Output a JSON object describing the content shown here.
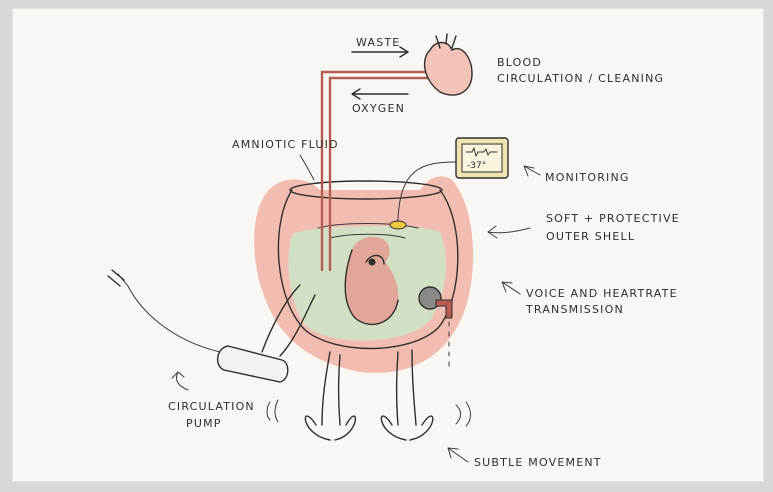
{
  "labels": {
    "waste": "Waste",
    "blood": "Blood",
    "circulation_cleaning": "Circulation / Cleaning",
    "oxygen": "Oxygen",
    "amniotic_fluid": "Amniotic Fluid",
    "monitoring": "Monitoring",
    "soft_protective": "Soft + Protective",
    "outer_shell": "Outer Shell",
    "voice_heartrate": "Voice and Heartrate",
    "transmission": "Transmission",
    "circulation": "Circulation",
    "pump": "Pump",
    "subtle_movement": "Subtle Movement",
    "monitor_readout": "-37°"
  },
  "colors": {
    "paper": "#f8f7f3",
    "shell": "#f2b2a4",
    "fluid": "#cfe0c6",
    "blood": "#e6978c",
    "ink": "#2f2f2f"
  }
}
